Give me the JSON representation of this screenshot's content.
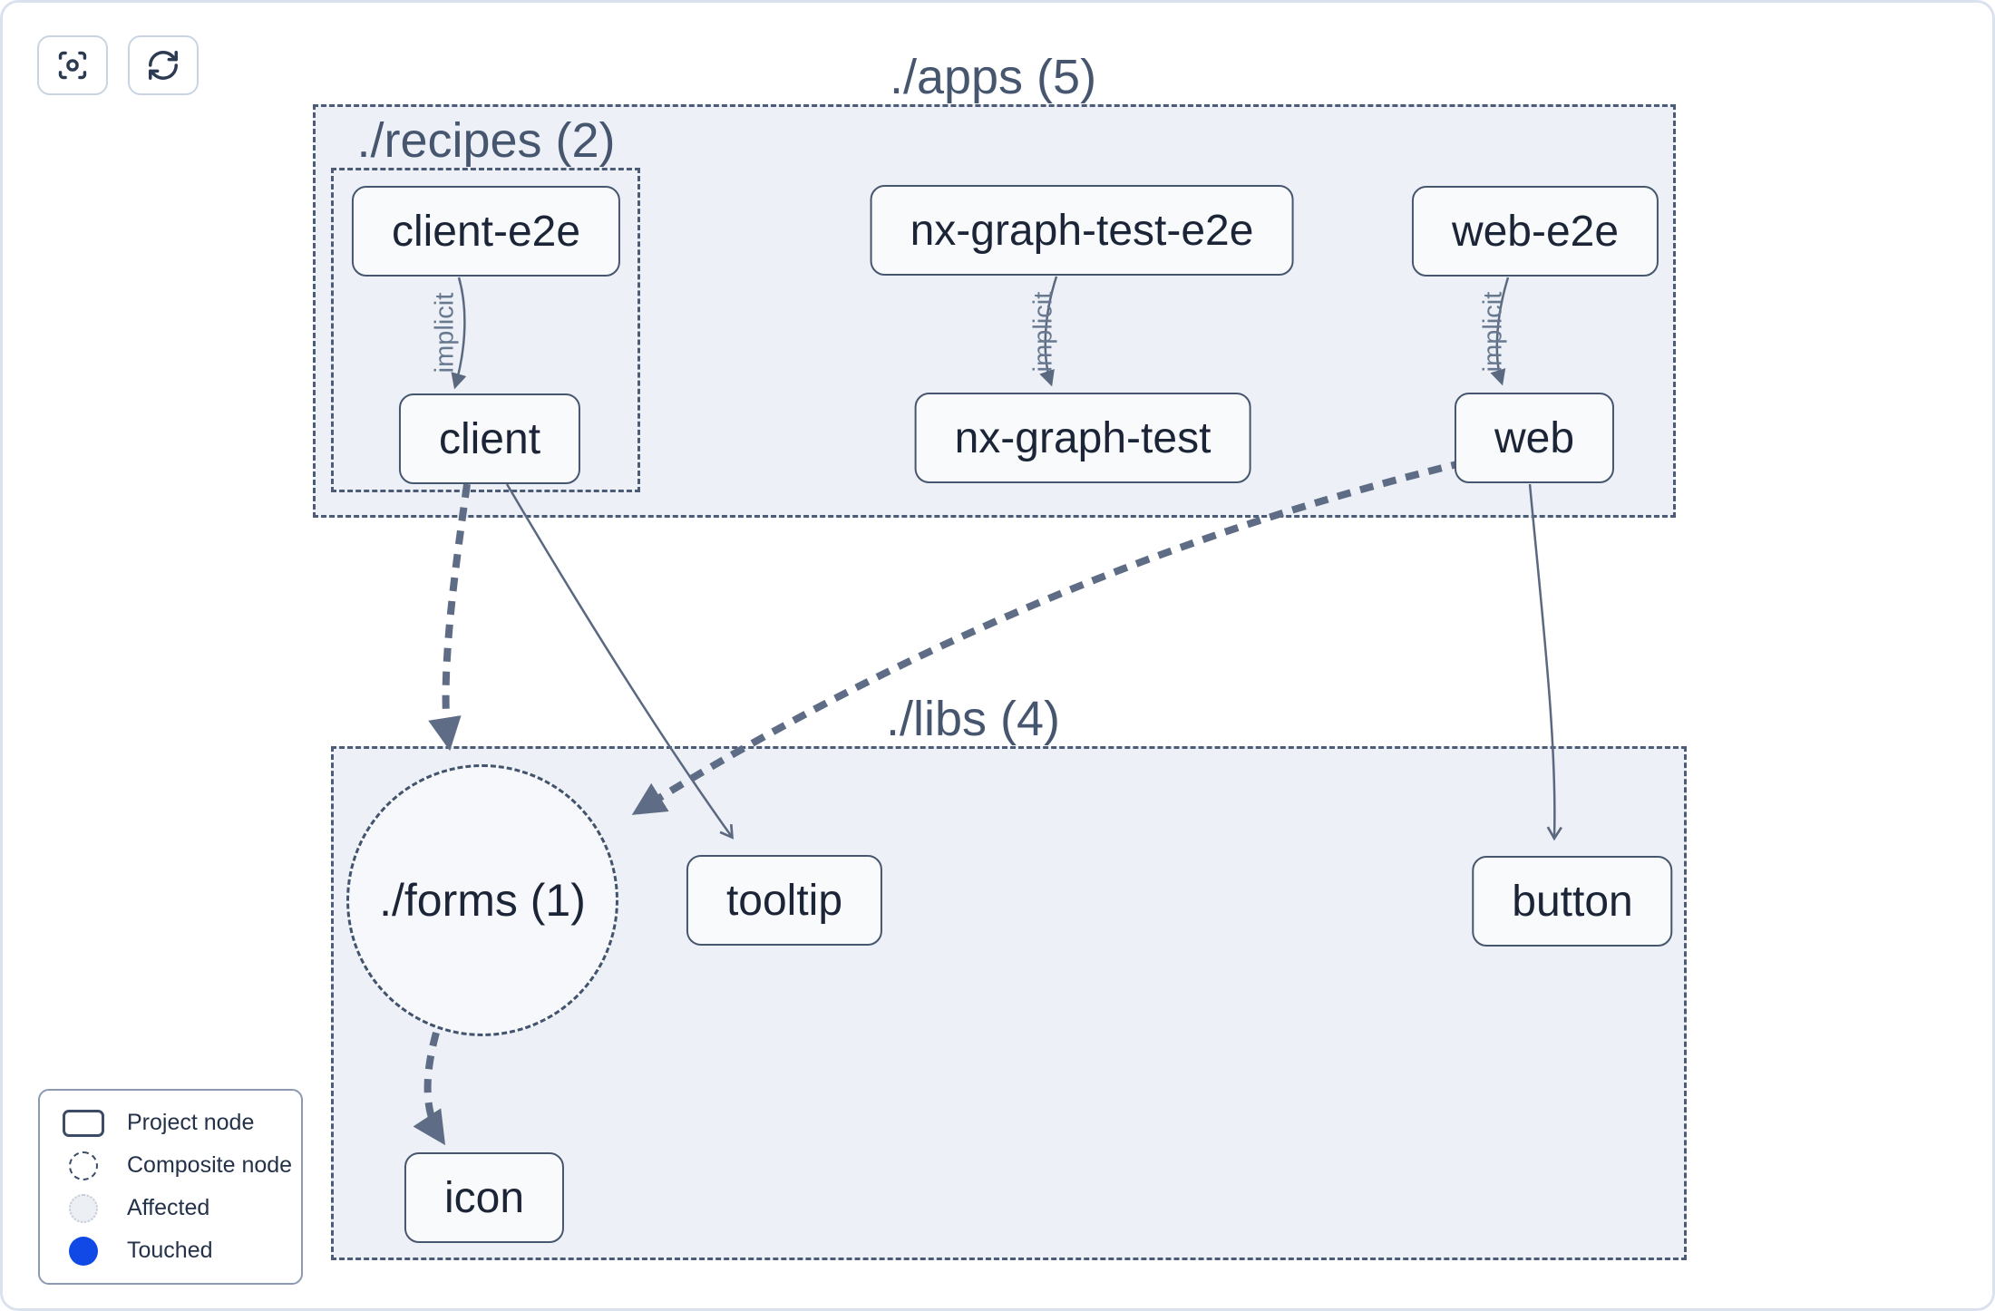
{
  "toolbar": {
    "buttons": [
      {
        "name": "focus",
        "icon": "focus-icon"
      },
      {
        "name": "refresh",
        "icon": "refresh-icon"
      }
    ]
  },
  "graph": {
    "containers": [
      {
        "id": "apps",
        "label": "./apps (5)"
      },
      {
        "id": "recipes",
        "label": "./recipes (2)"
      },
      {
        "id": "libs",
        "label": "./libs (4)"
      }
    ],
    "composite_nodes": [
      {
        "id": "forms",
        "label": "./forms (1)"
      }
    ],
    "project_nodes": [
      {
        "id": "client-e2e",
        "label": "client-e2e"
      },
      {
        "id": "nx-graph-test-e2e",
        "label": "nx-graph-test-e2e"
      },
      {
        "id": "web-e2e",
        "label": "web-e2e"
      },
      {
        "id": "client",
        "label": "client"
      },
      {
        "id": "nx-graph-test",
        "label": "nx-graph-test"
      },
      {
        "id": "web",
        "label": "web"
      },
      {
        "id": "tooltip",
        "label": "tooltip"
      },
      {
        "id": "button",
        "label": "button"
      },
      {
        "id": "icon",
        "label": "icon"
      }
    ],
    "edges": [
      {
        "from": "client-e2e",
        "to": "client",
        "label": "implicit",
        "style": "thin"
      },
      {
        "from": "nx-graph-test-e2e",
        "to": "nx-graph-test",
        "label": "implicit",
        "style": "thin"
      },
      {
        "from": "web-e2e",
        "to": "web",
        "label": "implicit",
        "style": "thin"
      },
      {
        "from": "client",
        "to": "./forms (1)",
        "label": "",
        "style": "thick-dashed"
      },
      {
        "from": "client",
        "to": "tooltip",
        "label": "",
        "style": "thin"
      },
      {
        "from": "web",
        "to": "./forms (1)",
        "label": "",
        "style": "thick-dashed"
      },
      {
        "from": "web",
        "to": "button",
        "label": "",
        "style": "thin"
      },
      {
        "from": "./forms (1)",
        "to": "icon",
        "label": "",
        "style": "thick-dashed"
      }
    ]
  },
  "legend": {
    "items": [
      {
        "label": "Project node",
        "icon": "project-node-icon"
      },
      {
        "label": "Composite node",
        "icon": "composite-node-icon"
      },
      {
        "label": "Affected",
        "icon": "affected-icon"
      },
      {
        "label": "Touched",
        "icon": "touched-icon"
      }
    ]
  },
  "colors": {
    "container_fill": "#edf0f6",
    "container_border": "#4c5c76",
    "node_fill": "#f9fafb",
    "node_border": "#47566f",
    "edge": "#5a6880",
    "touched_blue": "#1149e6"
  }
}
